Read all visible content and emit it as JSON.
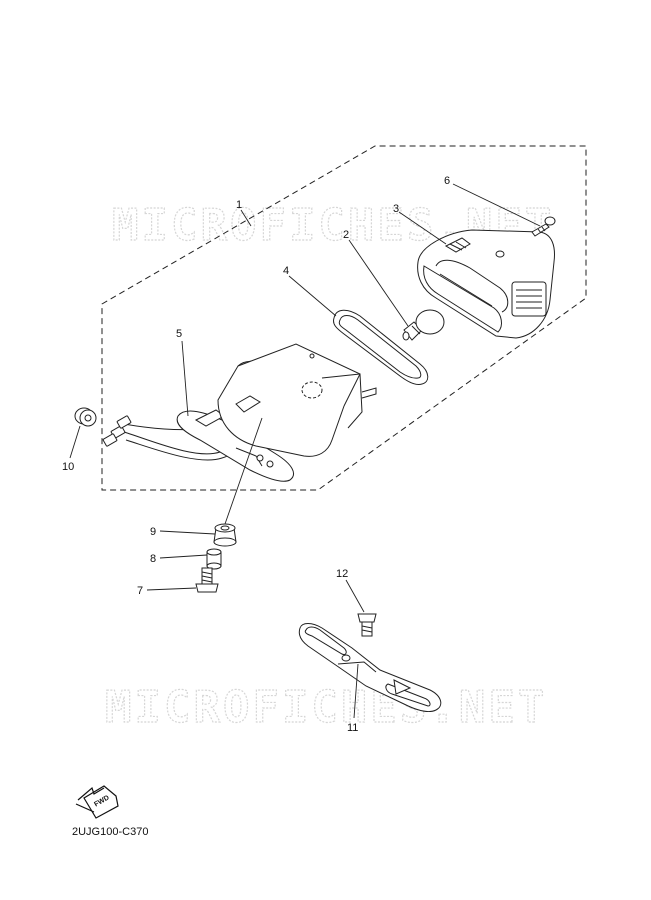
{
  "diagram_code": "2UJG100-C370",
  "watermark": "MICROFICHES.NET",
  "direction_arrow_label": "FWD",
  "colors": {
    "line": "#222222",
    "watermark": "#d6d6d6",
    "background": "#ffffff"
  },
  "callouts": [
    "1",
    "2",
    "3",
    "4",
    "5",
    "6",
    "7",
    "8",
    "9",
    "10",
    "11",
    "12"
  ],
  "parts": [
    {
      "number": "1",
      "icon": "tail-light-assembly-icon"
    },
    {
      "number": "2",
      "icon": "bulb-icon"
    },
    {
      "number": "3",
      "icon": "lens-icon"
    },
    {
      "number": "4",
      "icon": "gasket-icon"
    },
    {
      "number": "5",
      "icon": "socket-cord-icon"
    },
    {
      "number": "6",
      "icon": "screw-icon"
    },
    {
      "number": "7",
      "icon": "bolt-icon"
    },
    {
      "number": "8",
      "icon": "collar-icon"
    },
    {
      "number": "9",
      "icon": "damper-icon"
    },
    {
      "number": "10",
      "icon": "grommet-icon"
    },
    {
      "number": "11",
      "icon": "bracket-icon"
    },
    {
      "number": "12",
      "icon": "bolt-icon"
    }
  ]
}
